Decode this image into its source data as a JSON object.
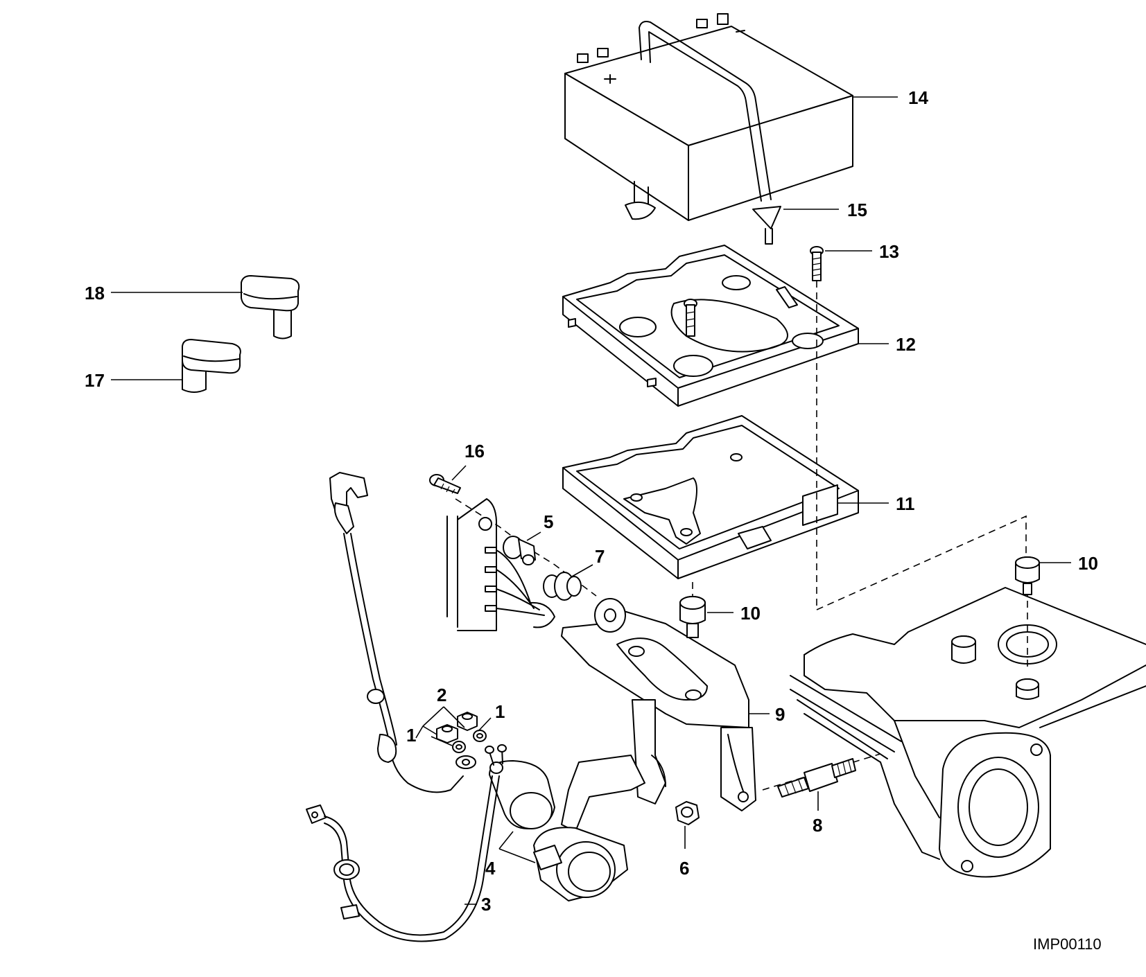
{
  "figure": {
    "reference_code": "IMP00110"
  },
  "callouts": [
    {
      "id": "1a",
      "label": "1"
    },
    {
      "id": "1b",
      "label": "1"
    },
    {
      "id": "2",
      "label": "2"
    },
    {
      "id": "3",
      "label": "3"
    },
    {
      "id": "4",
      "label": "4"
    },
    {
      "id": "5",
      "label": "5"
    },
    {
      "id": "6",
      "label": "6"
    },
    {
      "id": "7",
      "label": "7"
    },
    {
      "id": "8",
      "label": "8"
    },
    {
      "id": "9",
      "label": "9"
    },
    {
      "id": "10a",
      "label": "10"
    },
    {
      "id": "10b",
      "label": "10"
    },
    {
      "id": "11",
      "label": "11"
    },
    {
      "id": "12",
      "label": "12"
    },
    {
      "id": "13",
      "label": "13"
    },
    {
      "id": "14",
      "label": "14"
    },
    {
      "id": "15",
      "label": "15"
    },
    {
      "id": "16",
      "label": "16"
    },
    {
      "id": "17",
      "label": "17"
    },
    {
      "id": "18",
      "label": "18"
    }
  ]
}
